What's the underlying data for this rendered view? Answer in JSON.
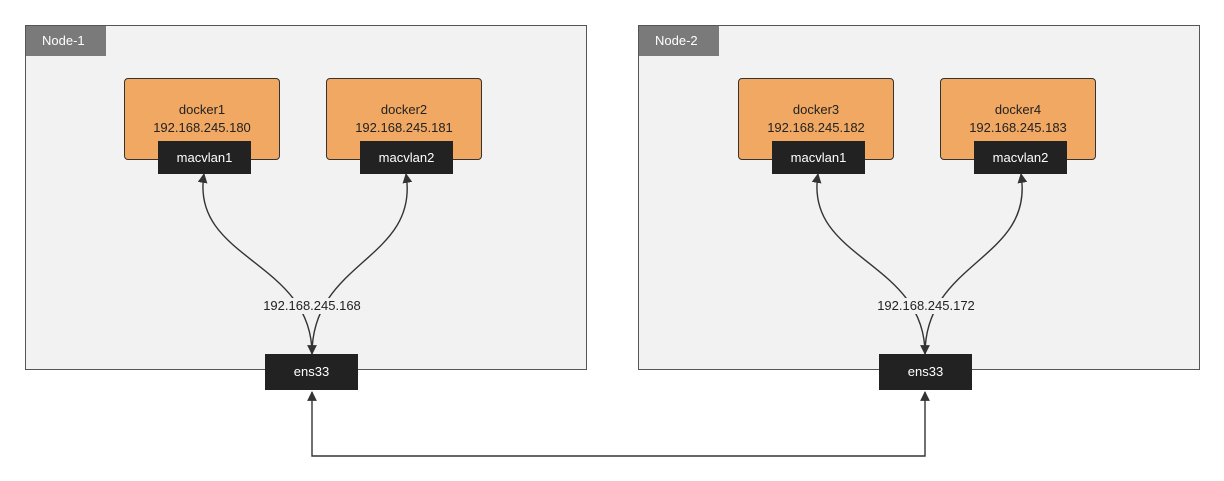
{
  "nodes": [
    {
      "label": "Node-1",
      "host_ip": "192.168.245.168",
      "nic": "ens33",
      "containers": [
        {
          "name": "docker1",
          "ip": "192.168.245.180",
          "iface": "macvlan1"
        },
        {
          "name": "docker2",
          "ip": "192.168.245.181",
          "iface": "macvlan2"
        }
      ]
    },
    {
      "label": "Node-2",
      "host_ip": "192.168.245.172",
      "nic": "ens33",
      "containers": [
        {
          "name": "docker3",
          "ip": "192.168.245.182",
          "iface": "macvlan1"
        },
        {
          "name": "docker4",
          "ip": "192.168.245.183",
          "iface": "macvlan2"
        }
      ]
    }
  ],
  "colors": {
    "node_fill": "#f2f2f2",
    "node_tag": "#7a7a7a",
    "container_fill": "#f1a862",
    "interface_fill": "#222222",
    "link": "#333333"
  }
}
